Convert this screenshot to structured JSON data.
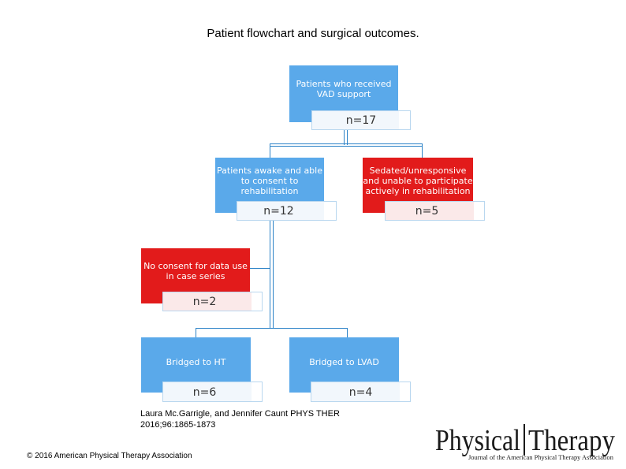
{
  "title": "Patient flowchart and surgical outcomes.",
  "nodes": {
    "vad": {
      "label": "Patients who received VAD support",
      "line1": "Patients who received",
      "line2": "VAD support",
      "n": "n=17",
      "color": "#5aa9ea"
    },
    "awake": {
      "label": "Patients awake and able to consent to rehabilitation",
      "line1": "Patients awake and able",
      "line2": "to consent to",
      "line3": "rehabilitation",
      "n": "n=12",
      "color": "#5aa9ea"
    },
    "sedated": {
      "label": "Sedated/unresponsive and unable to participate actively in rehabilitation",
      "line1": "Sedated/unresponsive",
      "line2": "and unable to participate",
      "line3": "actively in rehabilitation",
      "n": "n=5",
      "color": "#e21b1b"
    },
    "noconsent": {
      "label": "No consent for data use in case series",
      "line1": "No consent for data use",
      "line2": "in case series",
      "n": "n=2",
      "color": "#e21b1b"
    },
    "ht": {
      "label": "Bridged to HT",
      "n": "n=6",
      "color": "#5aa9ea"
    },
    "lvad": {
      "label": "Bridged to LVAD",
      "n": "n=4",
      "color": "#5aa9ea"
    }
  },
  "edges": [
    {
      "from": "vad",
      "to": "awake"
    },
    {
      "from": "vad",
      "to": "sedated"
    },
    {
      "from": "awake",
      "to": "noconsent"
    },
    {
      "from": "awake",
      "to": "ht"
    },
    {
      "from": "awake",
      "to": "lvad"
    }
  ],
  "credit": {
    "line1": "Laura Mc.Garrigle, and Jennifer Caunt PHYS THER",
    "line2": "2016;96:1865-1873"
  },
  "copyright": "© 2016 American Physical Therapy Association",
  "logo": {
    "word1": "Physical",
    "word2": "Therapy",
    "tagline": "Journal of the American Physical Therapy Association"
  }
}
